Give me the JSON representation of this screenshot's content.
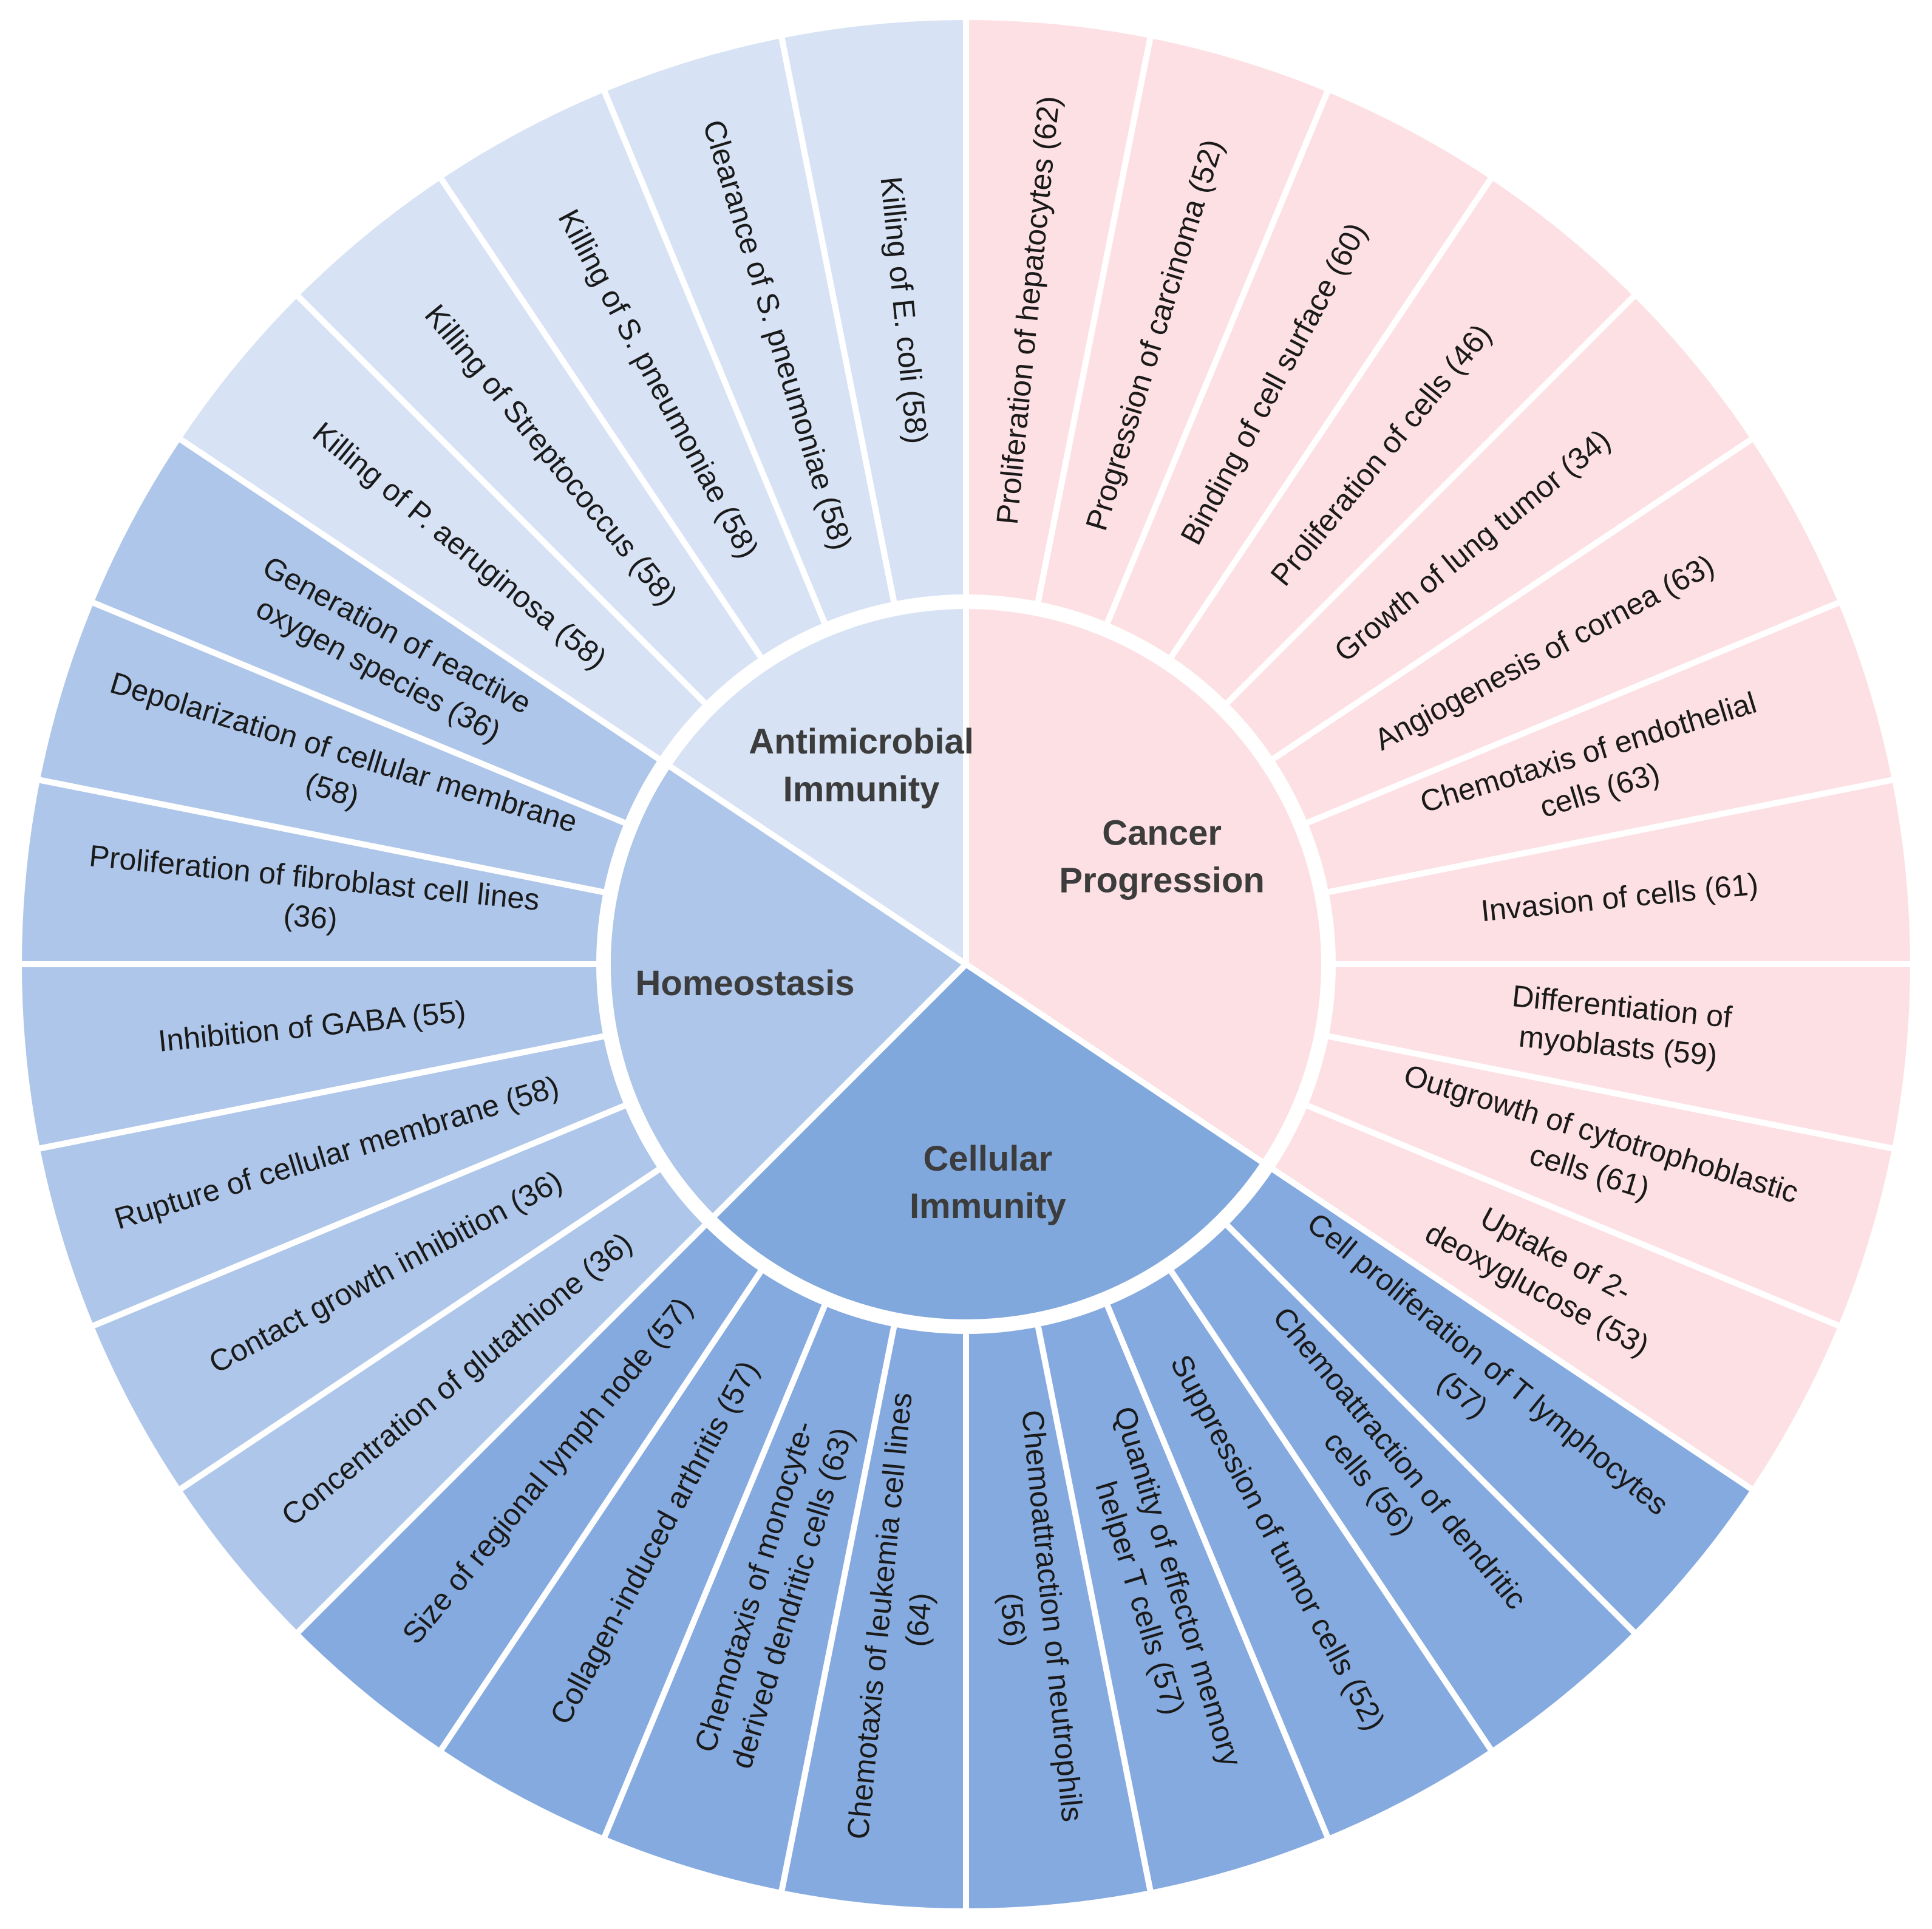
{
  "categories": [
    {
      "name": "Cancer Progression",
      "lines": [
        "Cancer",
        "Progression"
      ],
      "inner_color": "#fde0e3",
      "outer_color": "#fde0e3",
      "items": [
        {
          "label": "Proliferation of hepatocytes (62)",
          "lines": [
            "Proliferation of hepatocytes (62)"
          ]
        },
        {
          "label": "Progression of carcinoma (52)",
          "lines": [
            "Progression of carcinoma (52)"
          ]
        },
        {
          "label": "Binding of cell surface (60)",
          "lines": [
            "Binding of cell surface (60)"
          ]
        },
        {
          "label": "Proliferation of cells (46)",
          "lines": [
            "Proliferation of cells (46)"
          ]
        },
        {
          "label": "Growth of lung tumor (34)",
          "lines": [
            "Growth of lung tumor (34)"
          ]
        },
        {
          "label": "Angiogenesis of cornea (63)",
          "lines": [
            "Angiogenesis of cornea (63)"
          ]
        },
        {
          "label": "Chemotaxis of endothelial cells (63)",
          "lines": [
            "Chemotaxis of endothelial",
            "cells (63)"
          ]
        },
        {
          "label": "Invasion of cells (61)",
          "lines": [
            "Invasion of cells (61)"
          ]
        },
        {
          "label": "Differentiation of myoblasts (59)",
          "lines": [
            "Differentiation of",
            "myoblasts (59)"
          ]
        },
        {
          "label": "Outgrowth of cytotrophoblastic cells (61)",
          "lines": [
            "Outgrowth of cytotrophoblastic",
            "cells (61)"
          ]
        },
        {
          "label": "Uptake of 2-deoxyglucose (53)",
          "lines": [
            "Uptake of 2-",
            "deoxyglucose (53)"
          ]
        }
      ]
    },
    {
      "name": "Cellular Immunity",
      "lines": [
        "Cellular",
        "Immunity"
      ],
      "inner_color": "#80a8dc",
      "outer_color": "#85aadf",
      "items": [
        {
          "label": "Cell proliferation of T lymphocytes (57)",
          "lines": [
            "Cell proliferation of T lymphocytes",
            "(57)"
          ]
        },
        {
          "label": "Chemoattraction of dendritic cells (56)",
          "lines": [
            "Chemoattraction of dendritic",
            "cells (56)"
          ]
        },
        {
          "label": "Suppression of tumor cells (52)",
          "lines": [
            "Suppression of tumor cells (52)"
          ]
        },
        {
          "label": "Quantity of effector memory helper T cells (57)",
          "lines": [
            "Quantity of effector memory",
            "helper T cells (57)"
          ]
        },
        {
          "label": "Chemoattraction of neutrophils (56)",
          "lines": [
            "Chemoattraction of neutrophils",
            "(56)"
          ]
        },
        {
          "label": "Chemotaxis of leukemia cell lines (64)",
          "lines": [
            "Chemotaxis of leukemia cell lines",
            "(64)"
          ]
        },
        {
          "label": "Chemotaxis of monocyte-derived dendritic cells (63)",
          "lines": [
            "Chemotaxis of monocyte-",
            "derived dendritic cells (63)"
          ]
        },
        {
          "label": "Collagen-induced arthritis (57)",
          "lines": [
            "Collagen-induced arthritis (57)"
          ]
        },
        {
          "label": "Size of regional lymph node (57)",
          "lines": [
            "Size of regional lymph node (57)"
          ]
        }
      ]
    },
    {
      "name": "Homeostasis",
      "lines": [
        "Homeostasis"
      ],
      "inner_color": "#adc6e9",
      "outer_color": "#aec6e9",
      "items": [
        {
          "label": "Concentration of glutathione (36)",
          "lines": [
            "Concentration of glutathione (36)"
          ]
        },
        {
          "label": "Contact growth inhibition (36)",
          "lines": [
            "Contact growth inhibition (36)"
          ]
        },
        {
          "label": "Rupture of cellular membrane (58)",
          "lines": [
            "Rupture of cellular membrane (58)"
          ]
        },
        {
          "label": "Inhibition of GABA (55)",
          "lines": [
            "Inhibition of GABA (55)"
          ]
        },
        {
          "label": "Proliferation of fibroblast cell lines (36)",
          "lines": [
            "Proliferation of fibroblast cell lines",
            "(36)"
          ]
        },
        {
          "label": "Depolarization of cellular membrane (58)",
          "lines": [
            "Depolarization of cellular membrane",
            "(58)"
          ]
        },
        {
          "label": "Generation of reactive oxygen species (36)",
          "lines": [
            "Generation of reactive",
            "oxygen species (36)"
          ]
        }
      ]
    },
    {
      "name": "Antimicrobial Immunity",
      "lines": [
        "Antimicrobial",
        "Immunity"
      ],
      "inner_color": "#d7e3f4",
      "outer_color": "#d7e3f4",
      "items": [
        {
          "label": "Killing of P. aeruginosa (58)",
          "lines": [
            "Killing of P. aeruginosa (58)"
          ]
        },
        {
          "label": "Killing of Streptococcus (58)",
          "lines": [
            "Killing of Streptococcus (58)"
          ]
        },
        {
          "label": "Killing of S. pneumoniae (58)",
          "lines": [
            "Killing of S. pneumoniae (58)"
          ]
        },
        {
          "label": "Clearance of S. pneumoniae (58)",
          "lines": [
            "Clearance of S. pneumoniae (58)"
          ]
        },
        {
          "label": "Killing of E. coli (58)",
          "lines": [
            "Killing of E. coli (58)"
          ]
        }
      ]
    }
  ]
}
